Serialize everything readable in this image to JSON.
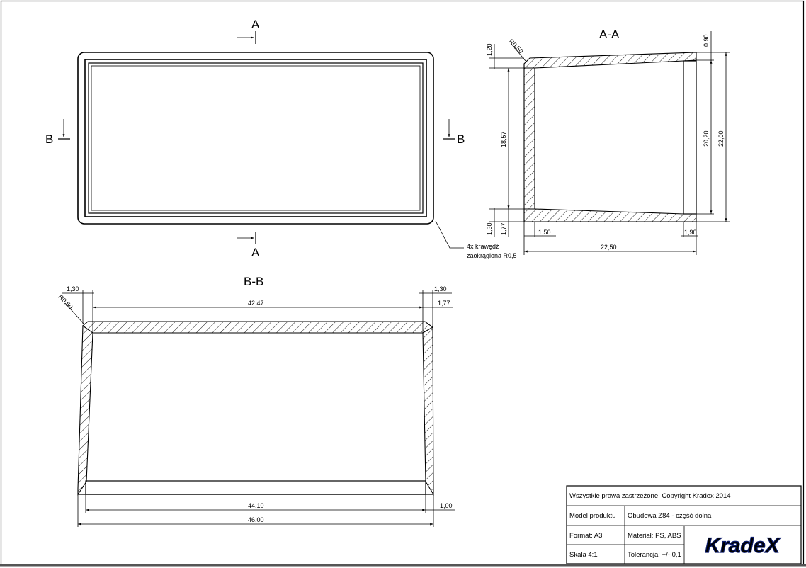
{
  "views": {
    "top": {
      "section_a": "A",
      "section_b": "B",
      "note_line1": "4x krawędź",
      "note_line2": "zaokrąglona R0,5"
    },
    "section_aa": {
      "title": "A-A",
      "dims": {
        "top_thickness": "1,20",
        "corner_radius": "R0,50",
        "right_top": "0,90",
        "inner_height": "18,57",
        "inner_right": "20,20",
        "outer_right": "22,00",
        "bottom_a": "1,30",
        "bottom_b": "1,77",
        "wall": "1,50",
        "foot": "1,90",
        "length": "22,50"
      }
    },
    "section_bb": {
      "title": "B-B",
      "dims": {
        "left_top": "1,30",
        "corner_radius": "R0,50",
        "right_top": "1,30",
        "inner_top": "42,47",
        "right_wall": "1,77",
        "bottom_inner": "44,10",
        "foot": "1,00",
        "overall": "46,00"
      }
    }
  },
  "title_block": {
    "copyright": "Wszystkie prawa zastrzeżone, Copyright Kradex 2014",
    "model_label": "Model produktu",
    "model_value": "Obudowa Z84 - część dolna",
    "format": "Format: A3",
    "material": "Materiał: PS, ABS",
    "scale": "Skala 4:1",
    "tolerance": "Tolerancja: +/- 0,1",
    "logo_text": "KradeX",
    "logo_color": "#1f3fbf"
  }
}
